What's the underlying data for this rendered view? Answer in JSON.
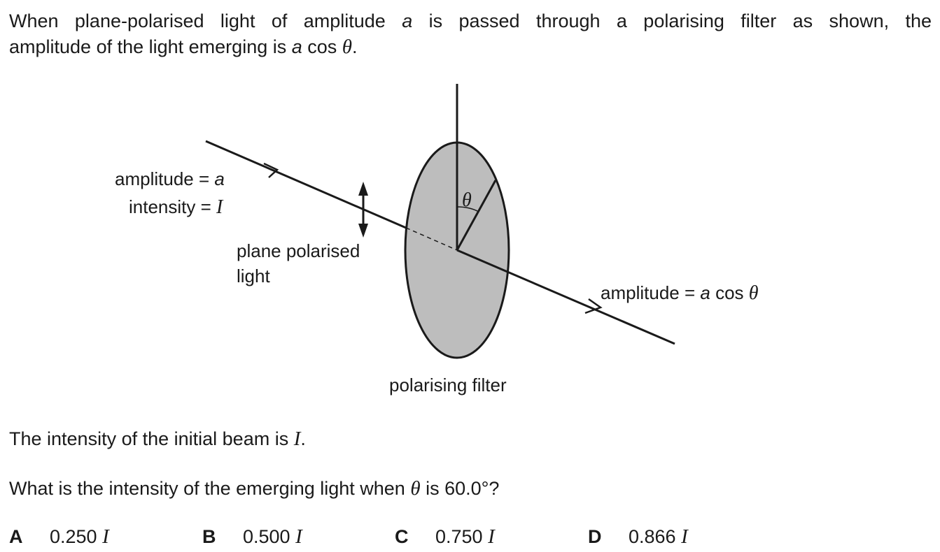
{
  "intro": {
    "line1_pre": "When plane-polarised light of amplitude ",
    "line1_var": "a",
    "line1_post": " is passed through a polarising filter as shown, the",
    "line2_pre": "amplitude of the light emerging is ",
    "line2_var": "a",
    "line2_cos": " cos ",
    "line2_theta": "θ",
    "line2_end": "."
  },
  "diagram": {
    "incoming_amplitude_text": "amplitude = ",
    "incoming_amplitude_var": "a",
    "incoming_intensity_text": "intensity = ",
    "incoming_intensity_var": "I",
    "plane_polarised_line1": "plane polarised",
    "plane_polarised_line2": "light",
    "angle_label": "θ",
    "emerging_amplitude_text": "amplitude = ",
    "emerging_amplitude_var": "a",
    "emerging_amplitude_cos": " cos ",
    "emerging_amplitude_theta": "θ",
    "filter_label": "polarising filter",
    "colors": {
      "filter_fill": "#bdbdbd",
      "stroke": "#1a1a1a"
    }
  },
  "statement": {
    "pre": "The intensity of the initial beam is ",
    "var": "I",
    "end": "."
  },
  "question": {
    "pre": "What is the intensity of the emerging light when ",
    "theta": "θ",
    "post": " is 60.0°?"
  },
  "options": [
    {
      "letter": "A",
      "value": "0.250",
      "var": "I"
    },
    {
      "letter": "B",
      "value": "0.500",
      "var": "I"
    },
    {
      "letter": "C",
      "value": "0.750",
      "var": "I"
    },
    {
      "letter": "D",
      "value": "0.866",
      "var": "I"
    }
  ]
}
